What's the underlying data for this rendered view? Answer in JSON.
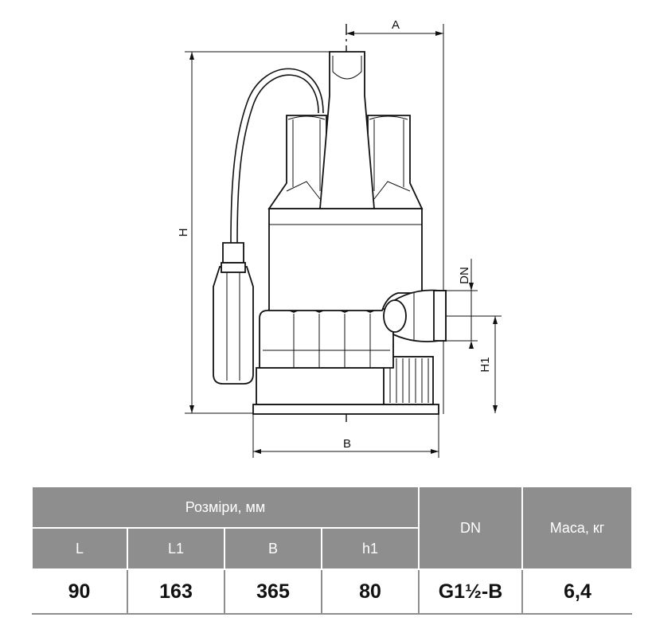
{
  "drawing": {
    "labels": {
      "a": "A",
      "h": "H",
      "dn": "DN",
      "h1": "H1",
      "b": "B"
    }
  },
  "table": {
    "group_header": "Розміри, мм",
    "dn_header": "DN",
    "mass_header": "Маса, кг",
    "columns": [
      "L",
      "L1",
      "B",
      "h1"
    ],
    "values": {
      "l": "90",
      "l1": "163",
      "b": "365",
      "h1": "80",
      "dn": "G1½-B",
      "mass": "6,4"
    }
  }
}
